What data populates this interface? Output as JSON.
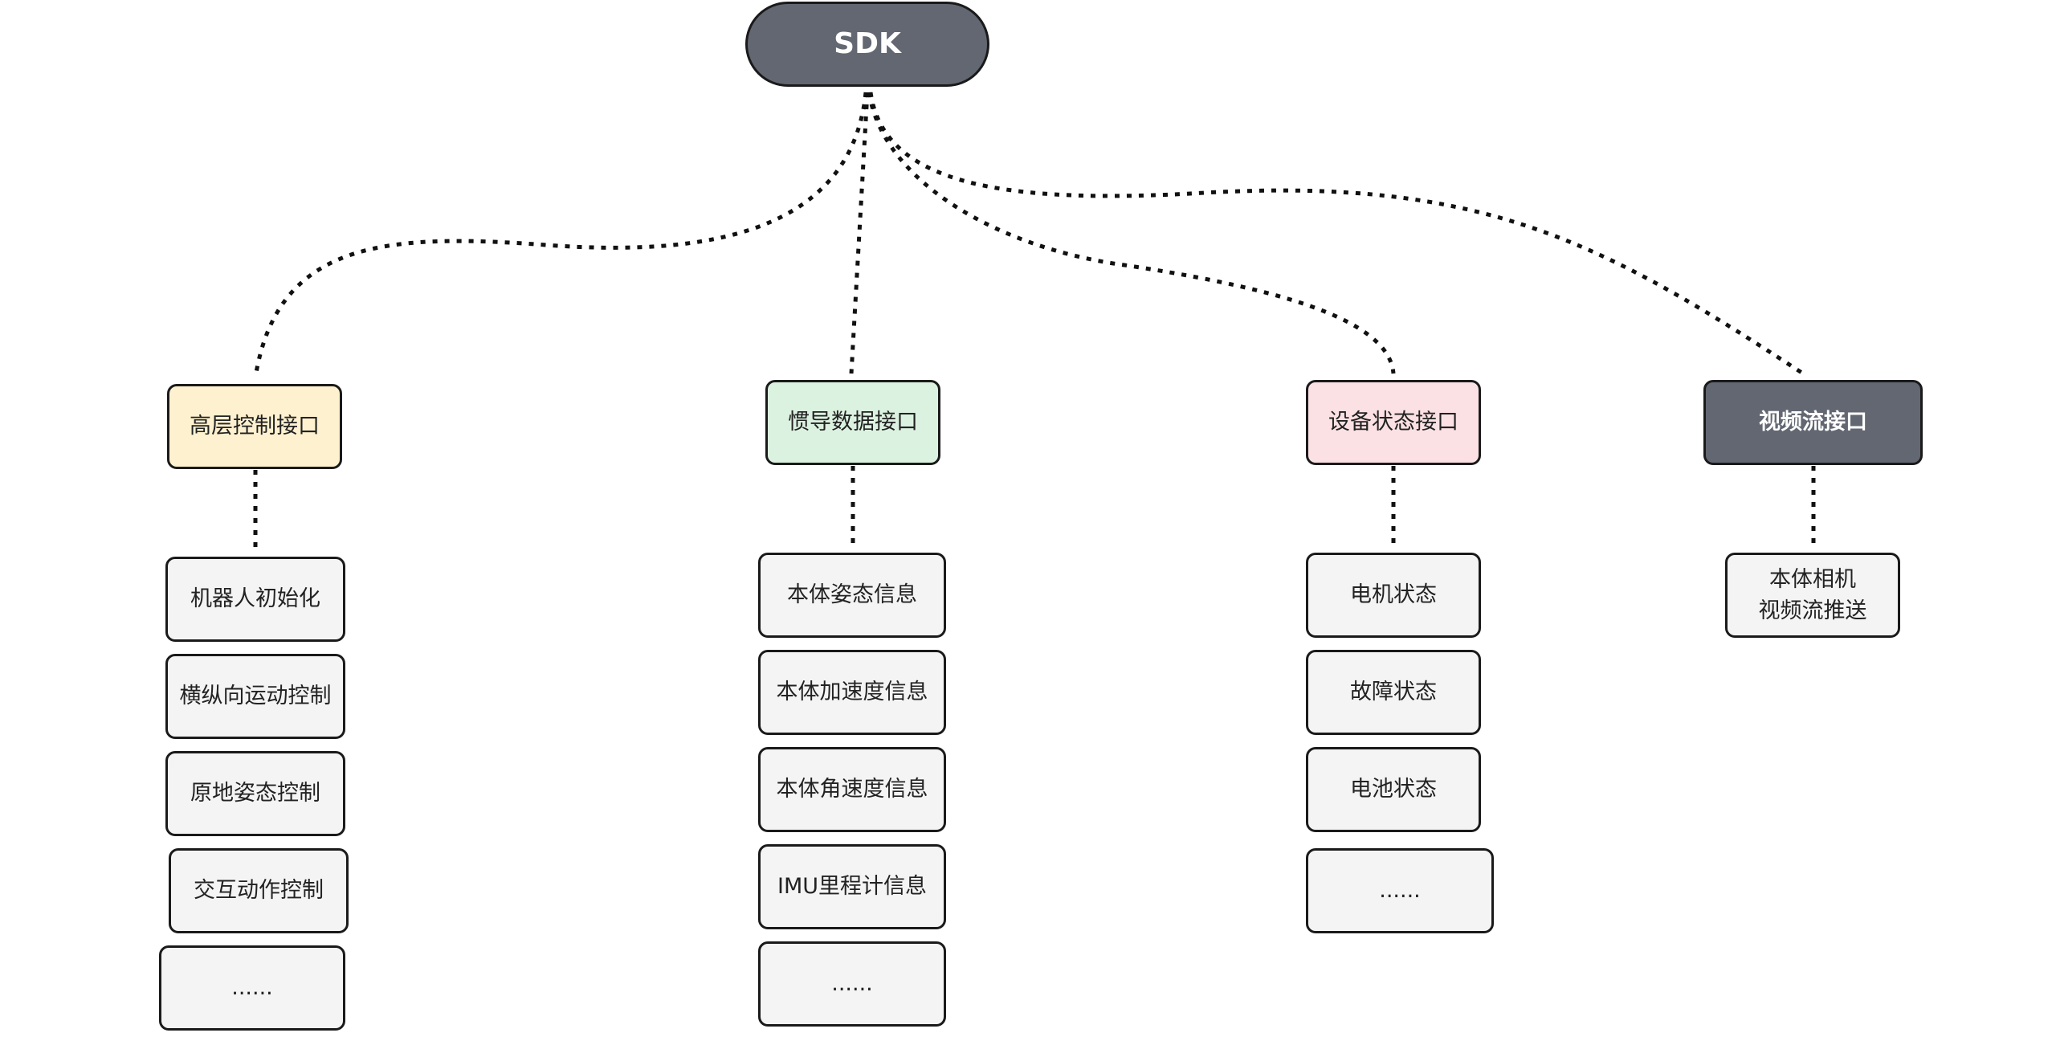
{
  "root": {
    "label": "SDK"
  },
  "categories": [
    {
      "label": "高层控制接口",
      "color": "#fdf1cf",
      "items": [
        {
          "label": "机器人初始化"
        },
        {
          "label": "横纵向运动控制"
        },
        {
          "label": "原地姿态控制"
        },
        {
          "label": "交互动作控制"
        },
        {
          "label": "......"
        }
      ]
    },
    {
      "label": "惯导数据接口",
      "color": "#dcf2e0",
      "items": [
        {
          "label": "本体姿态信息"
        },
        {
          "label": "本体加速度信息"
        },
        {
          "label": "本体角速度信息"
        },
        {
          "label": "IMU里程计信息"
        },
        {
          "label": "......"
        }
      ]
    },
    {
      "label": "设备状态接口",
      "color": "#fbe1e4",
      "items": [
        {
          "label": "电机状态"
        },
        {
          "label": "故障状态"
        },
        {
          "label": "电池状态"
        },
        {
          "label": "......"
        }
      ]
    },
    {
      "label": "视频流接口",
      "color": "#626772",
      "items": [
        {
          "label": "本体相机\n视频流推送"
        }
      ]
    }
  ]
}
